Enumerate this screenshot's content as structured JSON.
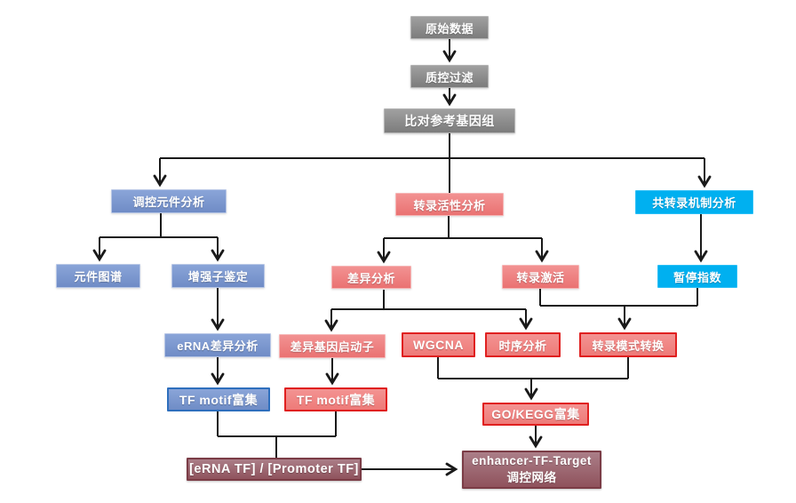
{
  "nodes": {
    "raw_data": "原始数据",
    "qc_filter": "质控过滤",
    "align_ref": "比对参考基因组",
    "reg_element_analysis": "调控元件分析",
    "txn_activity_analysis": "转录活性分析",
    "cotxn_mechanism_analysis": "共转录机制分析",
    "element_map": "元件图谱",
    "enhancer_identification": "增强子鉴定",
    "diff_analysis": "差异分析",
    "txn_activation": "转录激活",
    "pause_index": "暂停指数",
    "erna_diff_analysis": "eRNA差异分析",
    "diff_gene_promoter": "差异基因启动子",
    "wgcna": "WGCNA",
    "time_series_analysis": "时序分析",
    "txn_mode_switch": "转录模式转换",
    "tf_motif_enrichment_erna": "TF motif富集",
    "tf_motif_enrichment_promoter": "TF motif富集",
    "go_kegg_enrichment": "GO/KEGG富集",
    "erna_promoter_tf": "[eRNA TF] / [Promoter TF]",
    "enhancer_network_line1": "enhancer-TF-Target",
    "enhancer_network_line2": "调控网络"
  },
  "colors": {
    "gray": "#8a8a8a",
    "blue": "#6f8cc6",
    "pink": "#ea7272",
    "cyan": "#00b0f0",
    "maroon": "#8f525c",
    "red_border": "#e02020",
    "blue_border": "#2e6fbd",
    "connector": "#1a1a1a"
  },
  "edges": [
    {
      "from": "raw_data",
      "to": "qc_filter"
    },
    {
      "from": "qc_filter",
      "to": "align_ref"
    },
    {
      "from": "align_ref",
      "to": "reg_element_analysis"
    },
    {
      "from": "align_ref",
      "to": "txn_activity_analysis"
    },
    {
      "from": "align_ref",
      "to": "cotxn_mechanism_analysis"
    },
    {
      "from": "reg_element_analysis",
      "to": "element_map"
    },
    {
      "from": "reg_element_analysis",
      "to": "enhancer_identification"
    },
    {
      "from": "txn_activity_analysis",
      "to": "diff_analysis"
    },
    {
      "from": "txn_activity_analysis",
      "to": "txn_activation"
    },
    {
      "from": "cotxn_mechanism_analysis",
      "to": "pause_index"
    },
    {
      "from": "enhancer_identification",
      "to": "erna_diff_analysis"
    },
    {
      "from": "diff_analysis",
      "to": "diff_gene_promoter"
    },
    {
      "from": "diff_analysis",
      "to": "time_series_analysis"
    },
    {
      "from": "txn_activation",
      "to": "txn_mode_switch"
    },
    {
      "from": "pause_index",
      "to": "txn_mode_switch"
    },
    {
      "from": "erna_diff_analysis",
      "to": "tf_motif_enrichment_erna"
    },
    {
      "from": "diff_gene_promoter",
      "to": "tf_motif_enrichment_promoter"
    },
    {
      "from": "wgcna",
      "to": "go_kegg_enrichment"
    },
    {
      "from": "txn_mode_switch",
      "to": "go_kegg_enrichment"
    },
    {
      "from": "tf_motif_enrichment_erna",
      "to": "erna_promoter_tf"
    },
    {
      "from": "tf_motif_enrichment_promoter",
      "to": "erna_promoter_tf"
    },
    {
      "from": "go_kegg_enrichment",
      "to": "enhancer_network"
    },
    {
      "from": "erna_promoter_tf",
      "to": "enhancer_network"
    }
  ]
}
